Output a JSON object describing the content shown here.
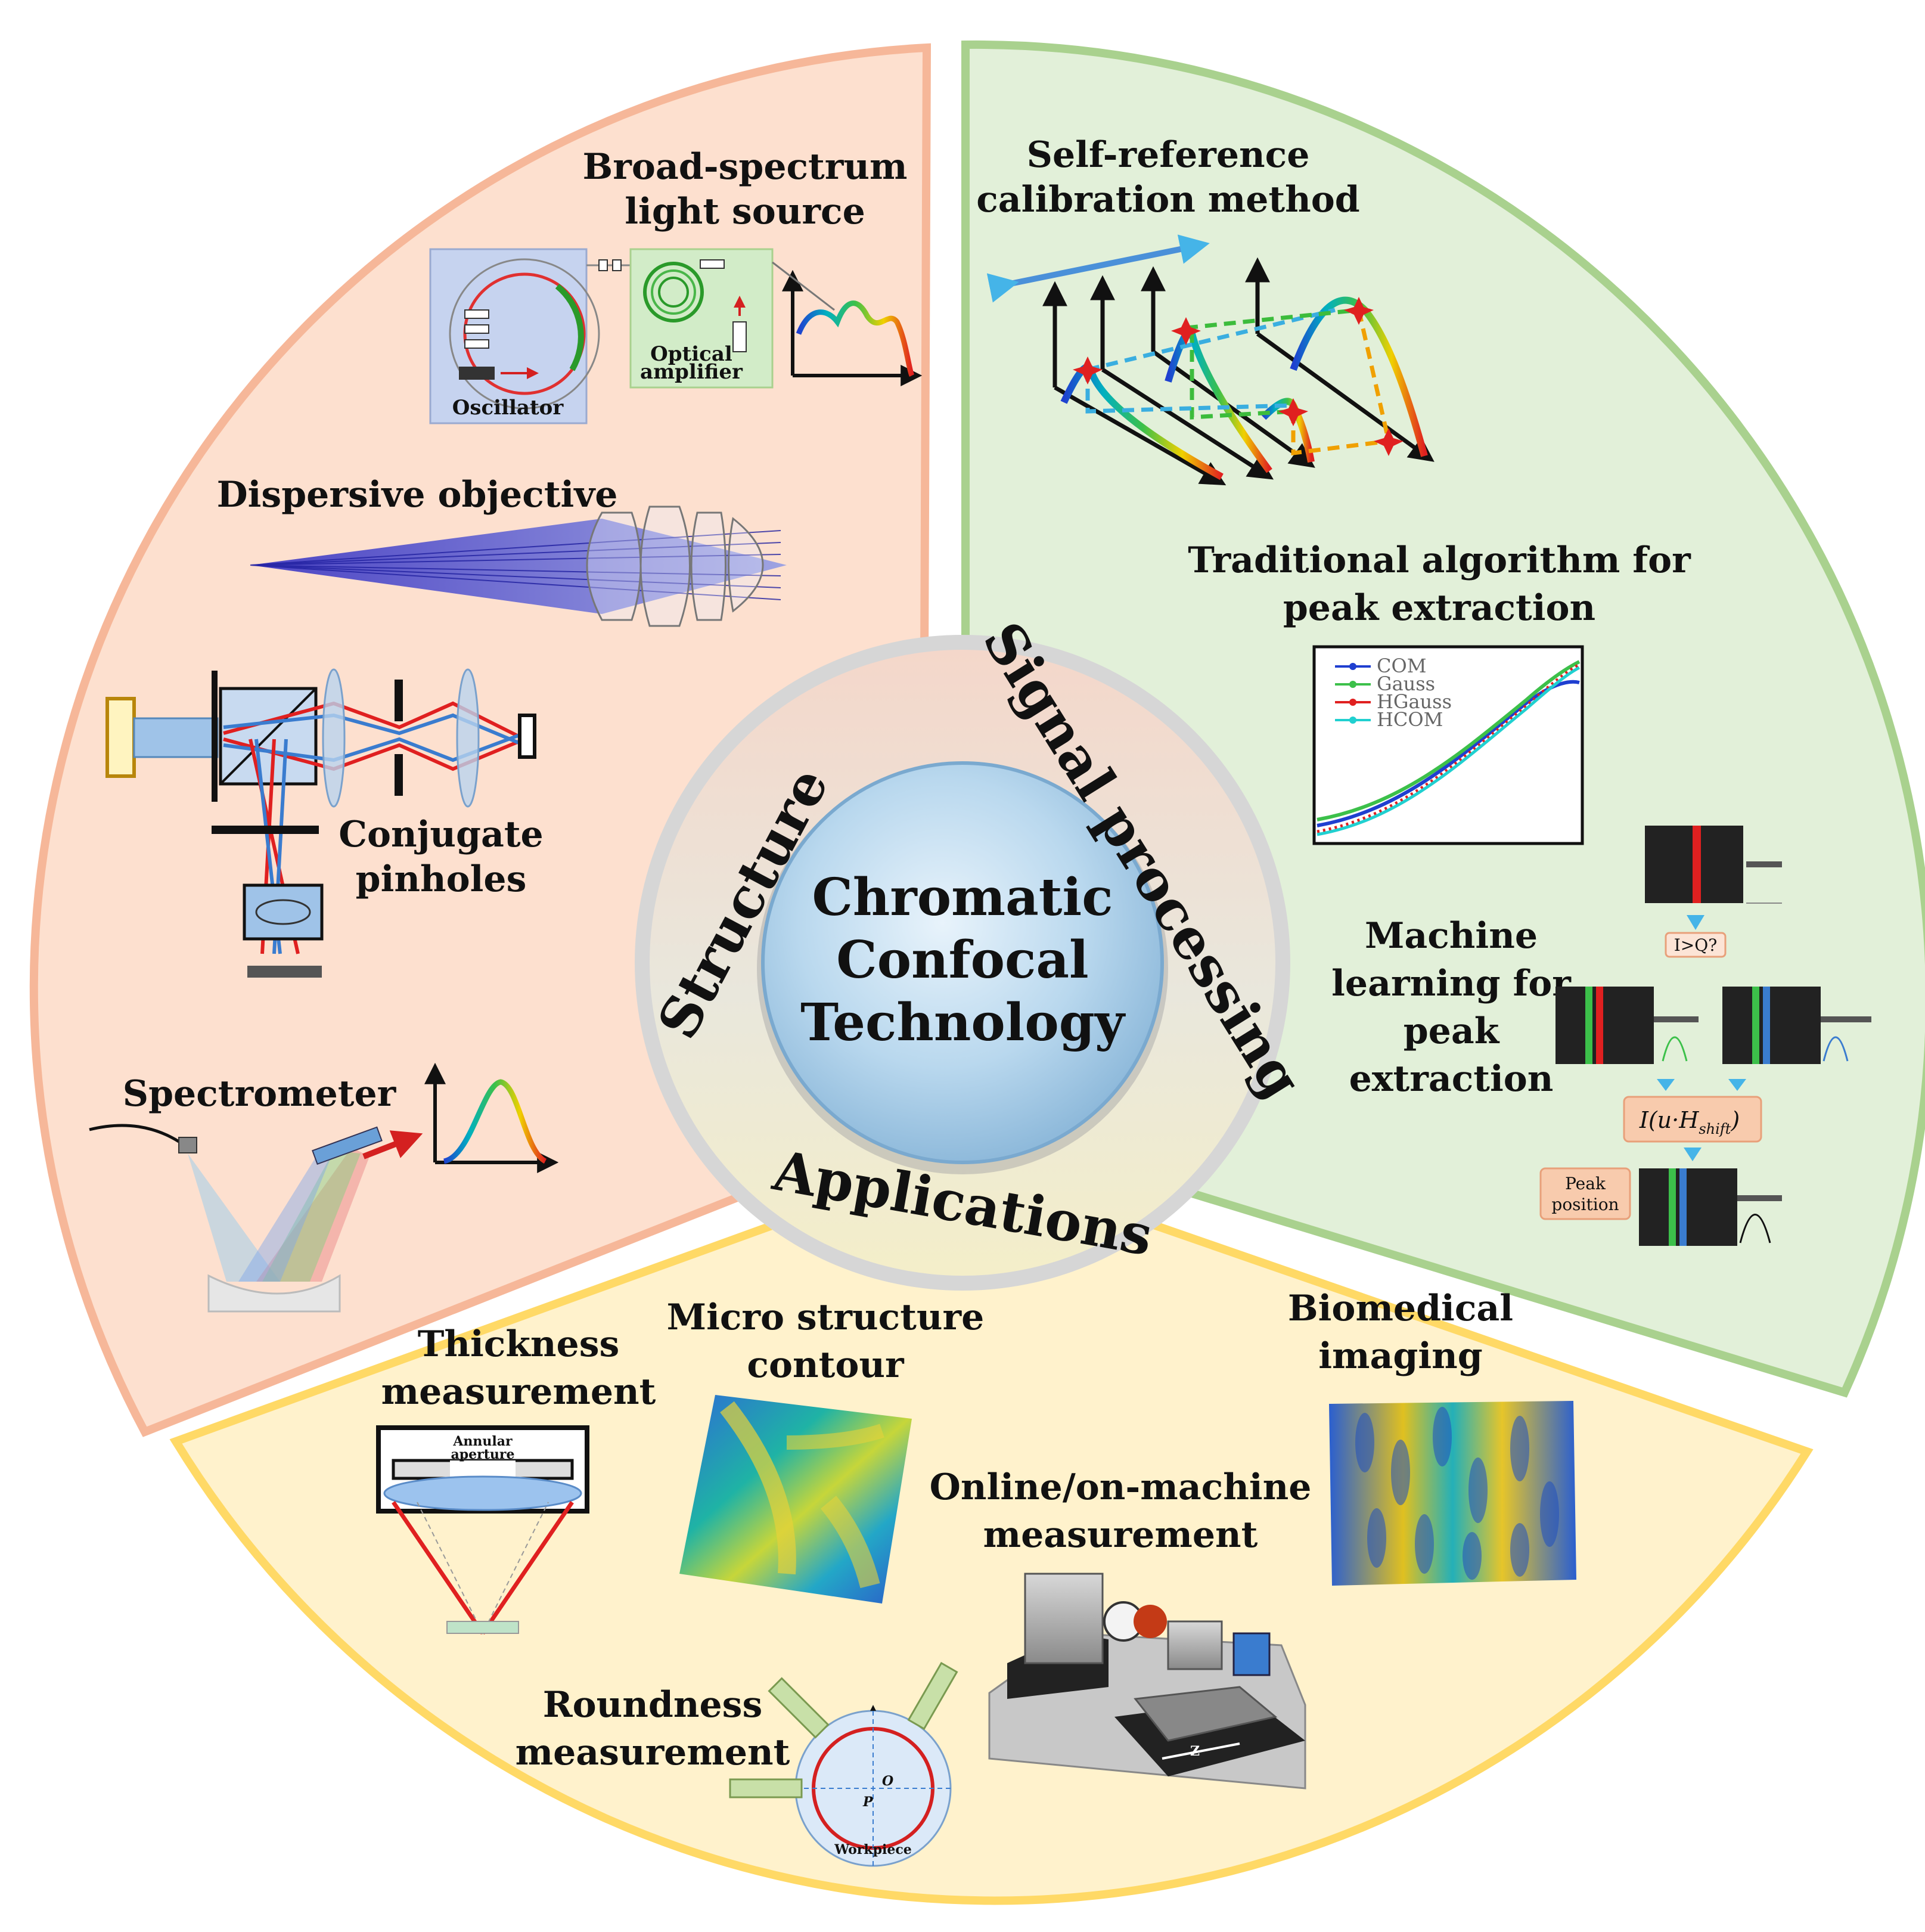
{
  "center": {
    "line1": "Chromatic",
    "line2": "Confocal",
    "line3": "Technology"
  },
  "ring_labels": {
    "structure": "Structure",
    "signal": "Signal processing",
    "applications": "Applications"
  },
  "structure": {
    "light_source": [
      "Broad-spectrum",
      "light source"
    ],
    "oscillator": "Oscillator",
    "amplifier": [
      "Optical",
      "amplifier"
    ],
    "objective": "Dispersive objective",
    "pinholes": [
      "Conjugate",
      "pinholes"
    ],
    "spectrometer": "Spectrometer"
  },
  "signal": {
    "self_ref": [
      "Self-reference",
      "calibration method"
    ],
    "traditional": [
      "Traditional algorithm for",
      "peak extraction"
    ],
    "legend": [
      "COM",
      "Gauss",
      "HGauss",
      "HCOM"
    ],
    "ml": [
      "Machine",
      "learning for",
      "peak",
      "extraction"
    ],
    "decision": "I>Q?",
    "formula_main": "I(u·H",
    "formula_sub": "shift",
    "formula_close": ")",
    "peak_box": [
      "Peak",
      "position"
    ]
  },
  "applications": {
    "thickness": [
      "Thickness",
      "measurement"
    ],
    "annular": [
      "Annular",
      "aperture"
    ],
    "micro": [
      "Micro structure",
      "contour"
    ],
    "biomedical": [
      "Biomedical",
      "imaging"
    ],
    "online": [
      "Online/on-machine",
      "measurement"
    ],
    "roundness": [
      "Roundness",
      "measurement"
    ],
    "workpiece": "Workpiece",
    "z_axis": "Z",
    "o_label": "O",
    "p_label": "P"
  },
  "colors": {
    "structure_fill": "#fde0cf",
    "structure_border": "#f6b799",
    "signal_fill": "#e2f0d9",
    "signal_border": "#a9d18e",
    "apps_fill": "#fff2cc",
    "apps_border": "#ffd966"
  }
}
